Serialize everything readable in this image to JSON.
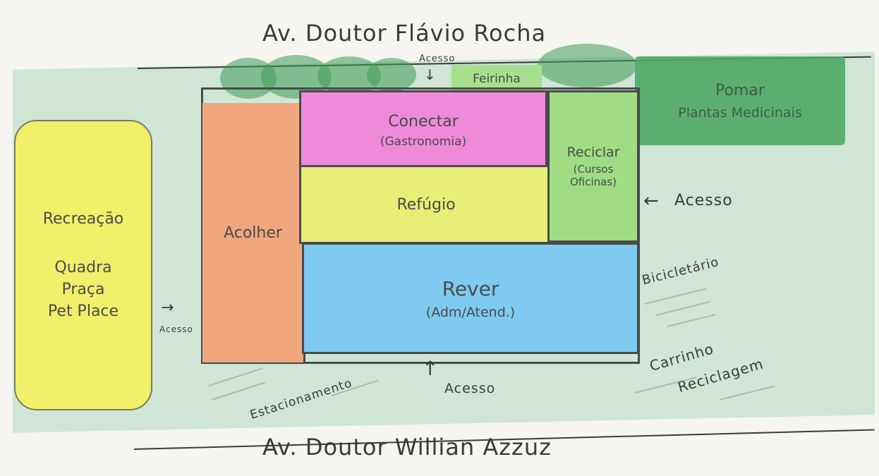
{
  "streets": {
    "north": "Av. Doutor Flávio Rocha",
    "south": "Av. Doutor Willian Azzuz"
  },
  "zones": {
    "recreacao": {
      "title": "Recreação",
      "line1": "Quadra",
      "line2": "Praça",
      "line3": "Pet Place"
    },
    "acolher": {
      "title": "Acolher"
    },
    "conectar": {
      "title": "Conectar",
      "sub": "(Gastronomia)"
    },
    "refugio": {
      "title": "Refúgio"
    },
    "reciclar": {
      "title": "Reciclar",
      "sub": "(Cursos Oficinas)"
    },
    "rever": {
      "title": "Rever",
      "sub": "(Adm/Atend.)"
    },
    "feirinha": {
      "title": "Feirinha"
    },
    "pomar": {
      "title": "Pomar",
      "sub": "Plantas Medicinais"
    }
  },
  "annotations": {
    "acesso_top": "Acesso",
    "acesso_right": "Acesso",
    "acesso_left": "Acesso",
    "acesso_bottom": "Acesso",
    "bicicletario": "Bicicletário",
    "carrinho": "Carrinho",
    "reciclagem": "Reciclagem",
    "estacionamento": "Estacionamento"
  },
  "colors": {
    "recreacao": "#f2f06a",
    "acolher": "#f0a77e",
    "conectar": "#ee8ad8",
    "refugio": "#e7ee78",
    "reciclar": "#9fdc84",
    "rever": "#7fcaf0",
    "feirinha": "#a6e08e",
    "pomar": "#4fa866",
    "trees": "#3e9a56",
    "ground": "#cfe6d6"
  }
}
